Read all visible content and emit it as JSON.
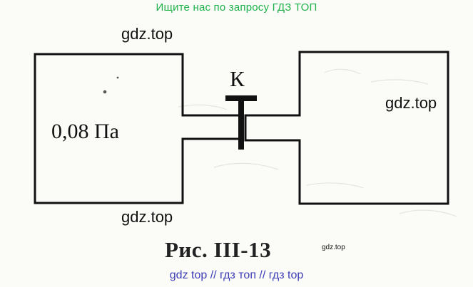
{
  "header": {
    "banner": "Ищите нас по запросу ГДЗ ТОП"
  },
  "diagram": {
    "left_vessel_pressure": "0,08 Па",
    "valve_label": "К"
  },
  "watermarks": {
    "top_left": "gdz.top",
    "right": "gdz.top",
    "bottom_left": "gdz.top",
    "caption_small": "gdz.top"
  },
  "caption": {
    "figure": "Рис. III-13"
  },
  "footer": {
    "links": "gdz top  //  гдз топ  //  гдз top"
  },
  "colors": {
    "banner": "#1fb24a",
    "footer": "#3d3db6",
    "ink": "#111111"
  }
}
